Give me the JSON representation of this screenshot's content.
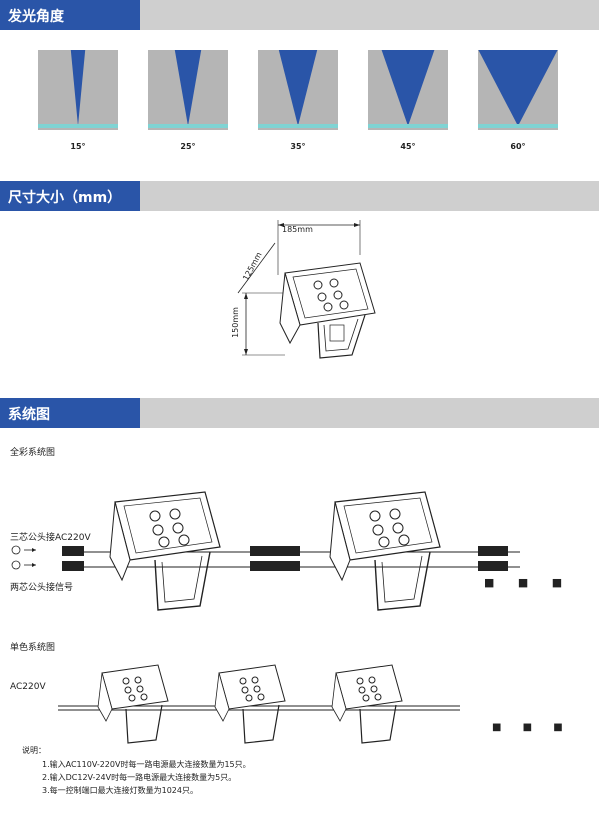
{
  "sections": {
    "beam_title": "发光角度",
    "size_title": "尺寸大小（mm）",
    "system_title": "系统图"
  },
  "beam_angles": [
    "15°",
    "25°",
    "35°",
    "45°",
    "60°"
  ],
  "dimensions": {
    "width": "185mm",
    "depth": "125mm",
    "height": "150mm"
  },
  "full_color": {
    "title": "全彩系统图",
    "three_core": "三芯公头接AC220V",
    "two_core": "两芯公头接信号",
    "ellipsis": "■ ■ ■"
  },
  "single_color": {
    "title": "单色系统图",
    "power": "AC220V",
    "ellipsis": "■ ■ ■"
  },
  "notes": {
    "title": "说明：",
    "items": [
      "1.输入AC110V-220V时每一路电源最大连接数量为15只。",
      "2.输入DC12V-24V时每一路电源最大连接数量为5只。",
      "3.每一控制端口最大连接灯数量为1024只。"
    ]
  },
  "colors": {
    "accent": "#2a55a8",
    "header_gray": "#cfcfcf",
    "panel_gray": "#b5b5b5",
    "cyan": "#7fd3d3"
  }
}
